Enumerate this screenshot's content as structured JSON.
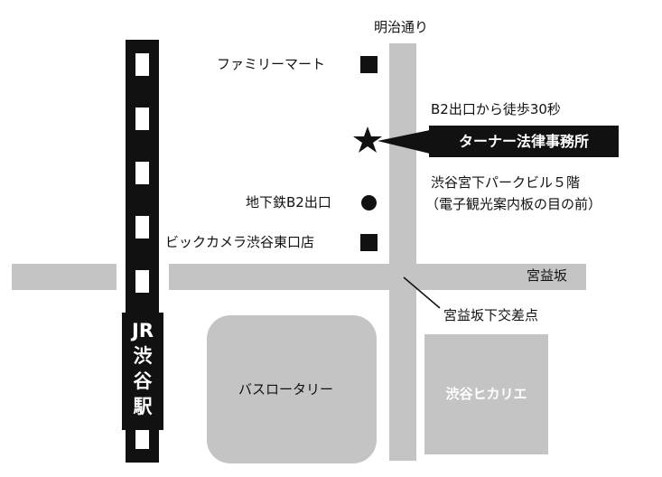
{
  "streets": {
    "meiji": "明治通り",
    "miyamasuzaka": "宮益坂",
    "crossing": "宮益坂下交差点"
  },
  "landmarks": {
    "familymart": "ファミリーマート",
    "metro_exit": "地下鉄B2出口",
    "biccamera": "ビックカメラ渋谷東口店",
    "bus_rotary": "バスロータリー",
    "hikarie": "渋谷ヒカリエ"
  },
  "office": {
    "name": "ターナー法律事務所",
    "access": "B2出口から徒歩30秒",
    "building": "渋谷宮下パークビル５階",
    "detail": "（電子観光案内板の目の前）"
  },
  "station": {
    "line1": "JR",
    "line2": "渋",
    "line3": "谷",
    "line4": "駅"
  },
  "colors": {
    "road": "#c4c4c4",
    "ink": "#111111",
    "background": "#ffffff"
  },
  "icons": {
    "office_marker": "star-icon",
    "exit_marker": "circle-icon",
    "store_marker": "square-icon"
  }
}
